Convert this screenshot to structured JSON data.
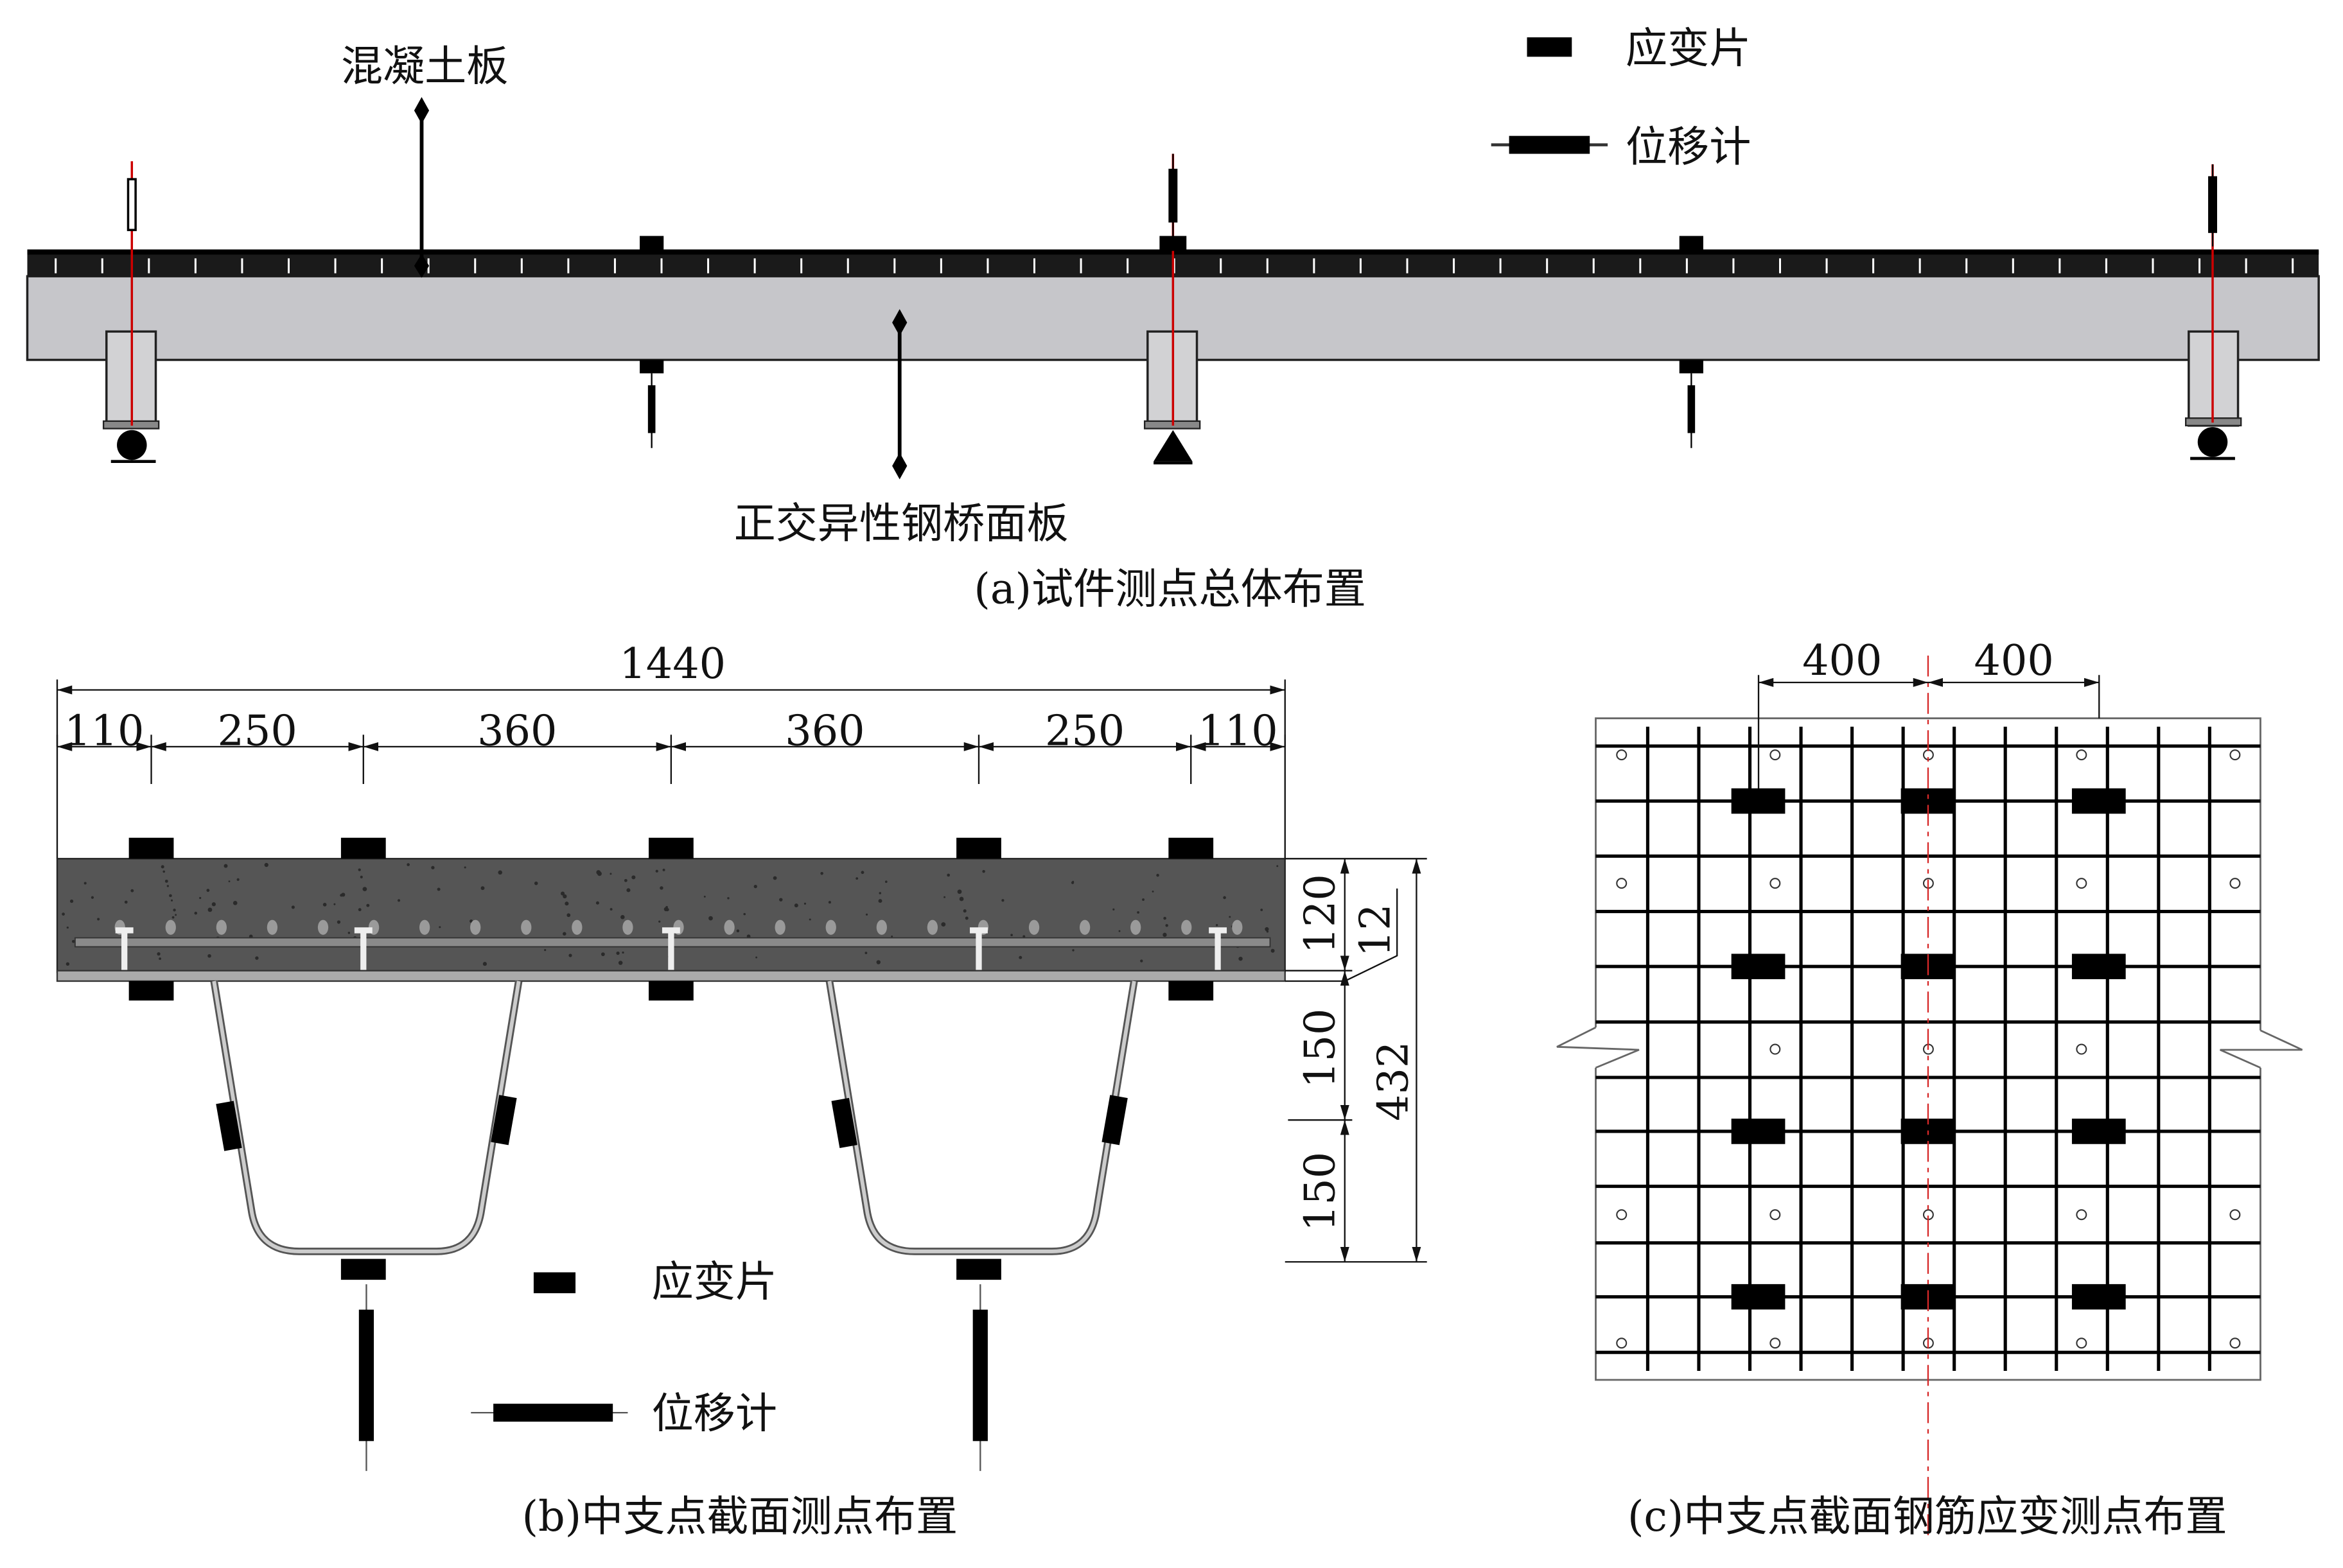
{
  "panel_a": {
    "label_concrete_slab": "混凝土板",
    "label_steel_deck": "正交异性钢桥面板",
    "legend_strain_gauge": "应变片",
    "legend_displacement_gauge": "位移计",
    "caption": "(a)试件测点总体布置"
  },
  "panel_b": {
    "dim_total": "1440",
    "dim_segments": [
      "110",
      "250",
      "360",
      "360",
      "250",
      "110"
    ],
    "dim_slab_thickness": "120",
    "dim_plate_thickness": "12",
    "dim_rib_upper": "150",
    "dim_rib_lower": "150",
    "dim_total_height": "432",
    "legend_strain_gauge": "应变片",
    "legend_displacement_gauge": "位移计",
    "caption": "(b)中支点截面测点布置"
  },
  "panel_c": {
    "dim_left": "400",
    "dim_right": "400",
    "caption": "(c)中支点截面钢筋应变测点布置"
  },
  "colors": {
    "concrete": "#555555",
    "steel": "#c6c6ca",
    "centerline": "#d62828",
    "ink": "#111111"
  }
}
